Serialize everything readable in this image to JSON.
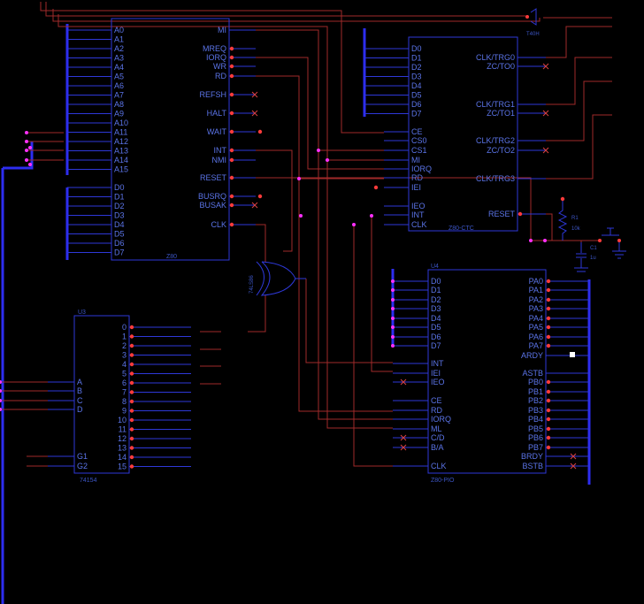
{
  "z80": {
    "chip": "Z80",
    "addr": [
      "A0",
      "A1",
      "A2",
      "A3",
      "A4",
      "A5",
      "A6",
      "A7",
      "A8",
      "A9",
      "A10",
      "A11",
      "A12",
      "A13",
      "A14",
      "A15"
    ],
    "data": [
      "D0",
      "D1",
      "D2",
      "D3",
      "D4",
      "D5",
      "D6",
      "D7"
    ],
    "ctrl": [
      "MI",
      "MREQ",
      "IORQ",
      "WR",
      "RD",
      "REFSH",
      "HALT",
      "WAIT",
      "INT",
      "NMI",
      "RESET",
      "BUSRQ",
      "BUSAK",
      "CLK"
    ]
  },
  "ctc": {
    "chip": "Z80-CTC",
    "data": [
      "D0",
      "D1",
      "D2",
      "D3",
      "D4",
      "D5",
      "D6",
      "D7"
    ],
    "ctrl": [
      "CE",
      "CS0",
      "CS1",
      "MI",
      "IORQ",
      "RD",
      "IEI",
      "IEO",
      "INT",
      "CLK"
    ],
    "chan": [
      "CLK/TRG0",
      "ZC/TO0",
      "CLK/TRG1",
      "ZC/TO1",
      "CLK/TRG2",
      "ZC/TO2",
      "CLK/TRG3",
      "RESET"
    ]
  },
  "pio": {
    "chip": "Z80-PIO",
    "left": [
      "D0",
      "D1",
      "D2",
      "D3",
      "D4",
      "D5",
      "D6",
      "D7",
      "INT",
      "IEI",
      "IEO",
      "CE",
      "RD",
      "IORQ",
      "ML",
      "C/D",
      "B/A",
      "CLK"
    ],
    "right": [
      "PA0",
      "PA1",
      "PA2",
      "PA3",
      "PA4",
      "PA5",
      "PA6",
      "PA7",
      "ARDY",
      "ASTB",
      "PB0",
      "PB1",
      "PB2",
      "PB3",
      "PB4",
      "PB5",
      "PB6",
      "PB7",
      "BRDY",
      "BSTB"
    ]
  },
  "dec": {
    "chip": "74154",
    "left": [
      "A",
      "B",
      "C",
      "D",
      "G1",
      "G2"
    ],
    "outs": [
      "0",
      "1",
      "2",
      "3",
      "4",
      "5",
      "6",
      "7",
      "8",
      "9",
      "10",
      "11",
      "12",
      "13",
      "14",
      "15"
    ]
  },
  "parts": {
    "gate": "74LS86",
    "r1": "R1",
    "r1v": "10k",
    "c1": "C1",
    "c1v": "1u",
    "t40h": "T40H",
    "u4": "U4",
    "u3": "U3"
  },
  "colors": {
    "bg": "#000000",
    "chip": "#2e38d8",
    "text": "#5b74e8",
    "bus": "#2d2df0",
    "wire": "#a02a2a",
    "pin": "#ff3b3b",
    "junction": "#ff30ff"
  }
}
